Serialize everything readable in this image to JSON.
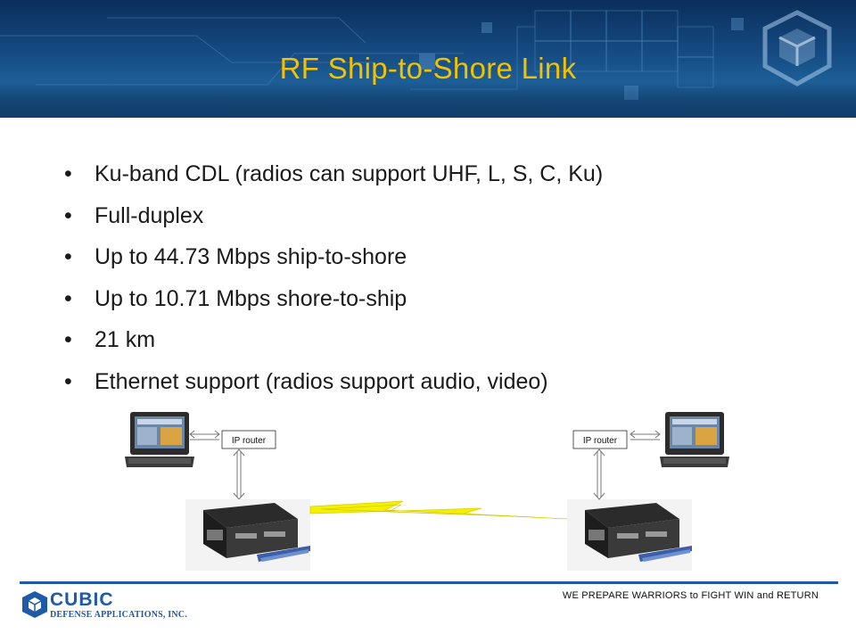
{
  "slide": {
    "title": "RF Ship-to-Shore Link",
    "bullets": [
      "Ku-band CDL (radios can support UHF, L, S, C, Ku)",
      "Full-duplex",
      "Up to 44.73 Mbps ship-to-shore",
      "Up to 10.71 Mbps shore-to-ship",
      "21 km",
      "Ethernet support (radios support audio, video)"
    ],
    "bullet_glyph": "•"
  },
  "diagram": {
    "left_router_label": "IP router",
    "right_router_label": "IP router"
  },
  "footer": {
    "company_name": "CUBIC",
    "company_sub": "DEFENSE APPLICATIONS, INC.",
    "tagline": "WE PREPARE WARRIORS  to FIGHT  WIN and RETURN"
  },
  "colors": {
    "title": "#f2c200",
    "banner": "#154b82",
    "accent_blue": "#1e5aa8",
    "link_bolt": "#f5f000"
  },
  "icons": [
    "laptop-icon",
    "radio-unit-icon",
    "lightning-link-icon",
    "cubic-cube-logo"
  ]
}
